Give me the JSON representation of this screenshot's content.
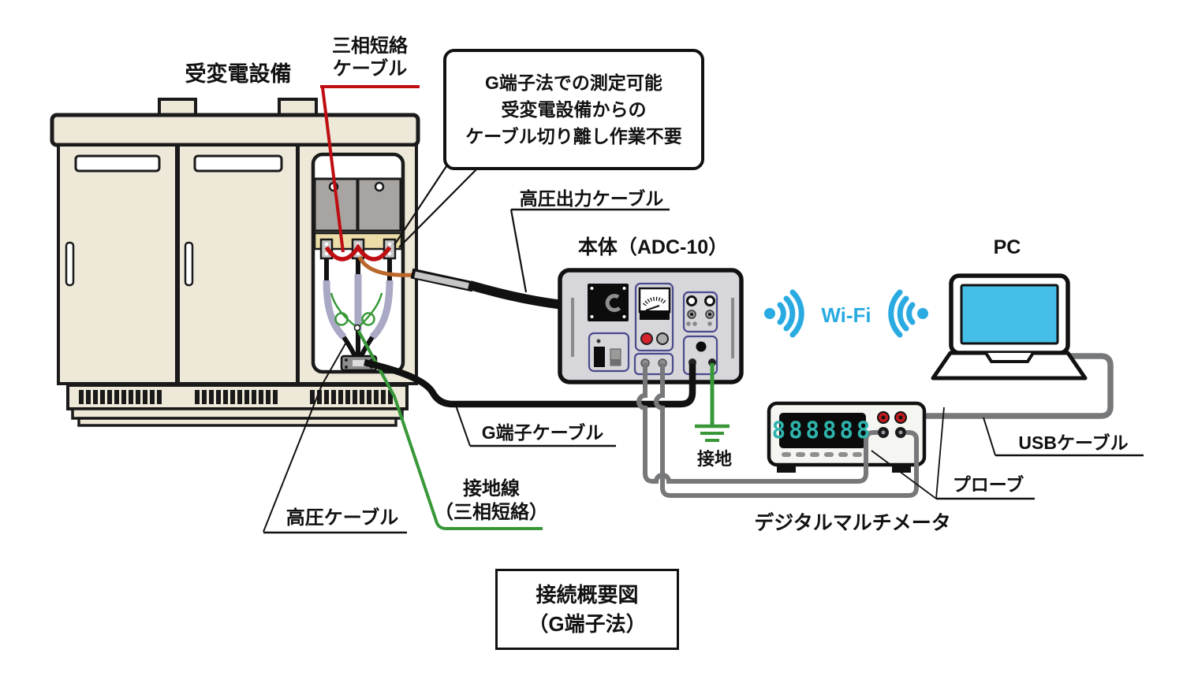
{
  "labels": {
    "substation": "受変電設備",
    "three_phase_cable_l1": "三相短絡",
    "three_phase_cable_l2": "ケーブル",
    "callout_l1": "G端子法での測定可能",
    "callout_l2": "受変電設備からの",
    "callout_l3": "ケーブル切り離し作業不要",
    "hv_output_cable": "高圧出力ケーブル",
    "main_unit": "本体（ADC-10）",
    "pc": "PC",
    "wifi": "Wi-Fi",
    "usb_cable": "USBケーブル",
    "g_terminal_cable": "G端子ケーブル",
    "ground": "接地",
    "hv_cable": "高圧ケーブル",
    "ground_wire_l1": "接地線",
    "ground_wire_l2": "（三相短絡）",
    "probe": "プローブ",
    "multimeter": "デジタルマルチメータ",
    "title_l1": "接続概要図",
    "title_l2": "（G端子法）"
  },
  "multimeter_display": "888888",
  "colors": {
    "wifi_blue": "#29ABE2",
    "laptop_screen_blue": "#45BFE8",
    "cable_red": "#BE0E12",
    "cable_green": "#389838",
    "cable_brown": "#B9672A",
    "cable_gray": "#77787A",
    "display_teal": "#2FB3AC",
    "cabinet_cream": "#EDE8D8",
    "unit_body_gray": "#D6D6DB",
    "panel_border_navy": "#4A4A8C",
    "red_button": "#D6232B"
  }
}
